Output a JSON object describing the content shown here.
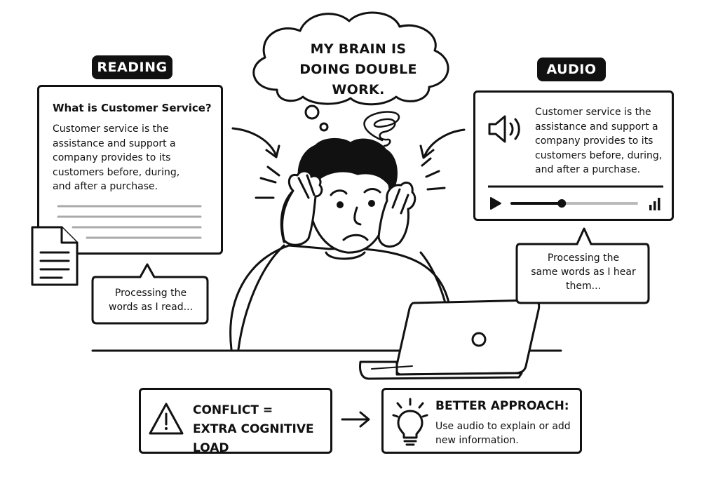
{
  "thought": {
    "text": "MY BRAIN IS\nDOING DOUBLE WORK."
  },
  "reading": {
    "label": "READING",
    "panel_title": "What is Customer Service?",
    "panel_text": "Customer service is the\nassistance and support a\ncompany provides to its\ncustomers before, during,\nand after a purchase.",
    "bubble": "Processing the\nwords as I read..."
  },
  "audio": {
    "label": "AUDIO",
    "panel_text": "Customer service is the\nassistance and support a\ncompany provides to its\ncustomers before, during,\nand after a purchase.",
    "progress": 0.4,
    "bubble": "Processing the\nsame words as I hear\nthem..."
  },
  "conflict": {
    "title": "CONFLICT =\nEXTRA COGNITIVE LOAD",
    "icon": "warning-icon"
  },
  "approach": {
    "title": "BETTER APPROACH:",
    "text": "Use audio to explain or add\nnew information.",
    "icon": "lightbulb-icon"
  },
  "colors": {
    "ink": "#111111",
    "paper": "#ffffff",
    "track": "#bbbbbb"
  }
}
